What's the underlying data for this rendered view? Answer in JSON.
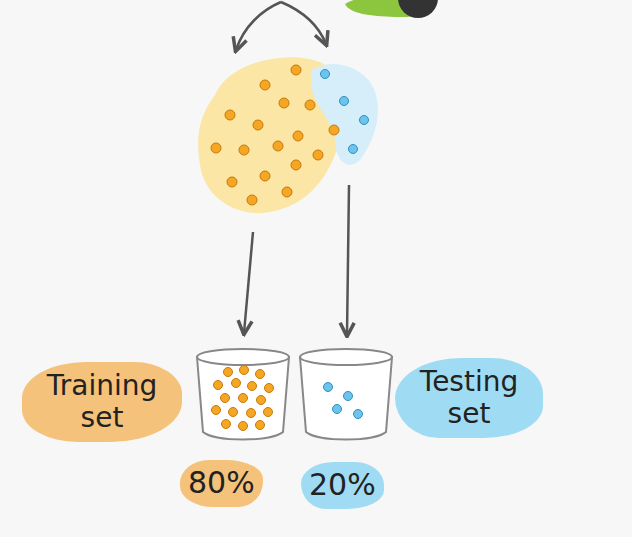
{
  "diagram": {
    "nodes": [
      {
        "text": [
          "Training set",
          "80%"
        ]
      },
      {
        "text": [
          "Testing set",
          "20%"
        ]
      }
    ]
  }
}
